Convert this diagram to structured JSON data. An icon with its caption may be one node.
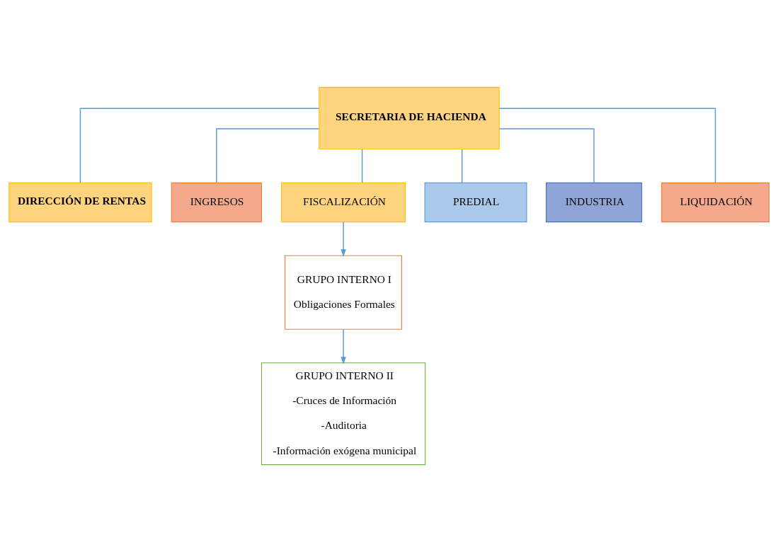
{
  "diagram": {
    "nodes": [
      {
        "text": [
          "SECRETARIA DE HACIENDA"
        ]
      },
      {
        "text": [
          "DIRECCIÓN DE RENTAS"
        ]
      },
      {
        "text": [
          "INGRESOS"
        ]
      },
      {
        "text": [
          "FISCALIZACIÓN"
        ]
      },
      {
        "text": [
          "PREDIAL"
        ]
      },
      {
        "text": [
          "INDUSTRIA"
        ]
      },
      {
        "text": [
          "LIQUIDACIÓN"
        ]
      },
      {
        "text": [
          "GRUPO INTERNO I",
          "Obligaciones Formales"
        ]
      },
      {
        "text": [
          "GRUPO INTERNO II",
          "-Cruces de Información",
          "-Auditoria",
          "-Información exógena municipal"
        ]
      }
    ],
    "edges": [
      {
        "from": 0,
        "to": 1,
        "arrow": "none"
      },
      {
        "from": 0,
        "to": 2,
        "arrow": "none"
      },
      {
        "from": 0,
        "to": 3,
        "arrow": "none"
      },
      {
        "from": 0,
        "to": 4,
        "arrow": "none"
      },
      {
        "from": 0,
        "to": 5,
        "arrow": "none"
      },
      {
        "from": 0,
        "to": 6,
        "arrow": "none"
      },
      {
        "from": 3,
        "to": 7,
        "arrow": "to"
      },
      {
        "from": 7,
        "to": 8,
        "arrow": "to"
      }
    ]
  }
}
